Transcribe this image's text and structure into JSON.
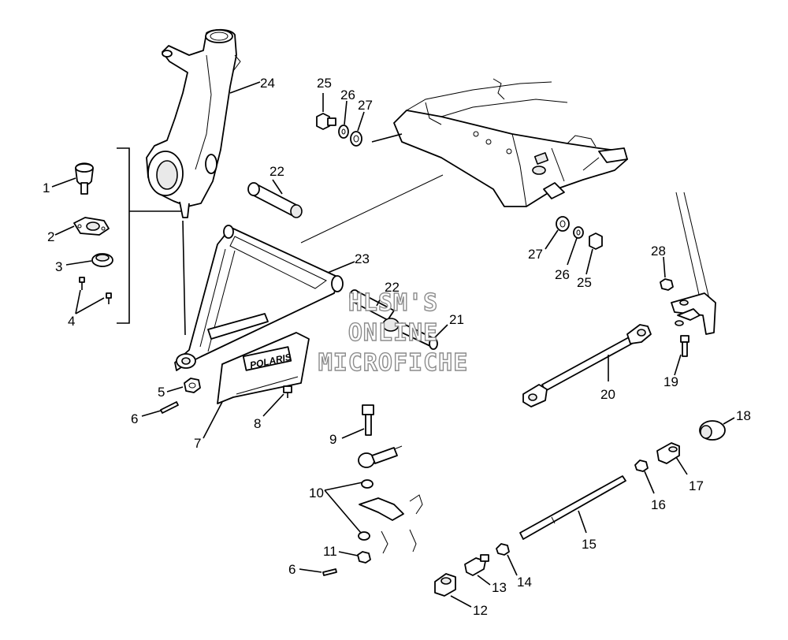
{
  "watermark": {
    "line1": "HLSM'S",
    "line2": "ONLINE",
    "line3": "MICROFICHE"
  },
  "part_logo": "POLARIS",
  "callouts": {
    "c1": "1",
    "c2": "2",
    "c3": "3",
    "c4": "4",
    "c5": "5",
    "c6a": "6",
    "c6b": "6",
    "c7": "7",
    "c8": "8",
    "c9": "9",
    "c10": "10",
    "c11": "11",
    "c12": "12",
    "c13": "13",
    "c14": "14",
    "c15": "15",
    "c16": "16",
    "c17": "17",
    "c18": "18",
    "c19": "19",
    "c20": "20",
    "c21": "21",
    "c22a": "22",
    "c22b": "22",
    "c23": "23",
    "c24": "24",
    "c25a": "25",
    "c25b": "25",
    "c26a": "26",
    "c26b": "26",
    "c27a": "27",
    "c27b": "27",
    "c28": "28"
  }
}
